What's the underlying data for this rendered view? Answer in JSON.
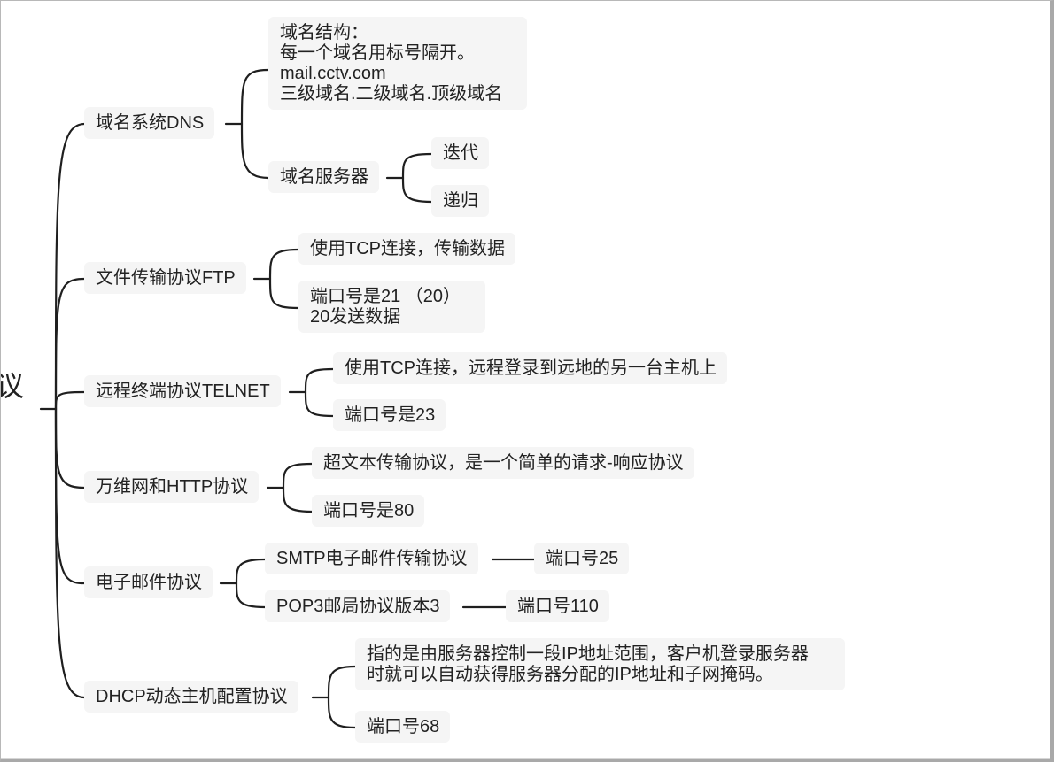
{
  "root": {
    "label": "议"
  },
  "branches": [
    {
      "label": "域名系统DNS",
      "children": [
        {
          "label": "域名结构：\n每一个域名用标号隔开。\nmail.cctv.com\n三级域名.二级域名.顶级域名"
        },
        {
          "label": "域名服务器",
          "children": [
            {
              "label": "迭代"
            },
            {
              "label": "递归"
            }
          ]
        }
      ]
    },
    {
      "label": "文件传输协议FTP",
      "children": [
        {
          "label": "使用TCP连接，传输数据"
        },
        {
          "label": "端口号是21 （20）\n20发送数据"
        }
      ]
    },
    {
      "label": "远程终端协议TELNET",
      "children": [
        {
          "label": "使用TCP连接，远程登录到远地的另一台主机上"
        },
        {
          "label": "端口号是23"
        }
      ]
    },
    {
      "label": "万维网和HTTP协议",
      "children": [
        {
          "label": "超文本传输协议，是一个简单的请求-响应协议"
        },
        {
          "label": "端口号是80"
        }
      ]
    },
    {
      "label": "电子邮件协议",
      "children": [
        {
          "label": "SMTP电子邮件传输协议",
          "children": [
            {
              "label": "端口号25"
            }
          ]
        },
        {
          "label": "POP3邮局协议版本3",
          "children": [
            {
              "label": "端口号110"
            }
          ]
        }
      ]
    },
    {
      "label": "DHCP动态主机配置协议",
      "children": [
        {
          "label": "指的是由服务器控制一段IP地址范围，客户机登录服务器\n时就可以自动获得服务器分配的IP地址和子网掩码。"
        },
        {
          "label": "端口号68"
        }
      ]
    }
  ]
}
